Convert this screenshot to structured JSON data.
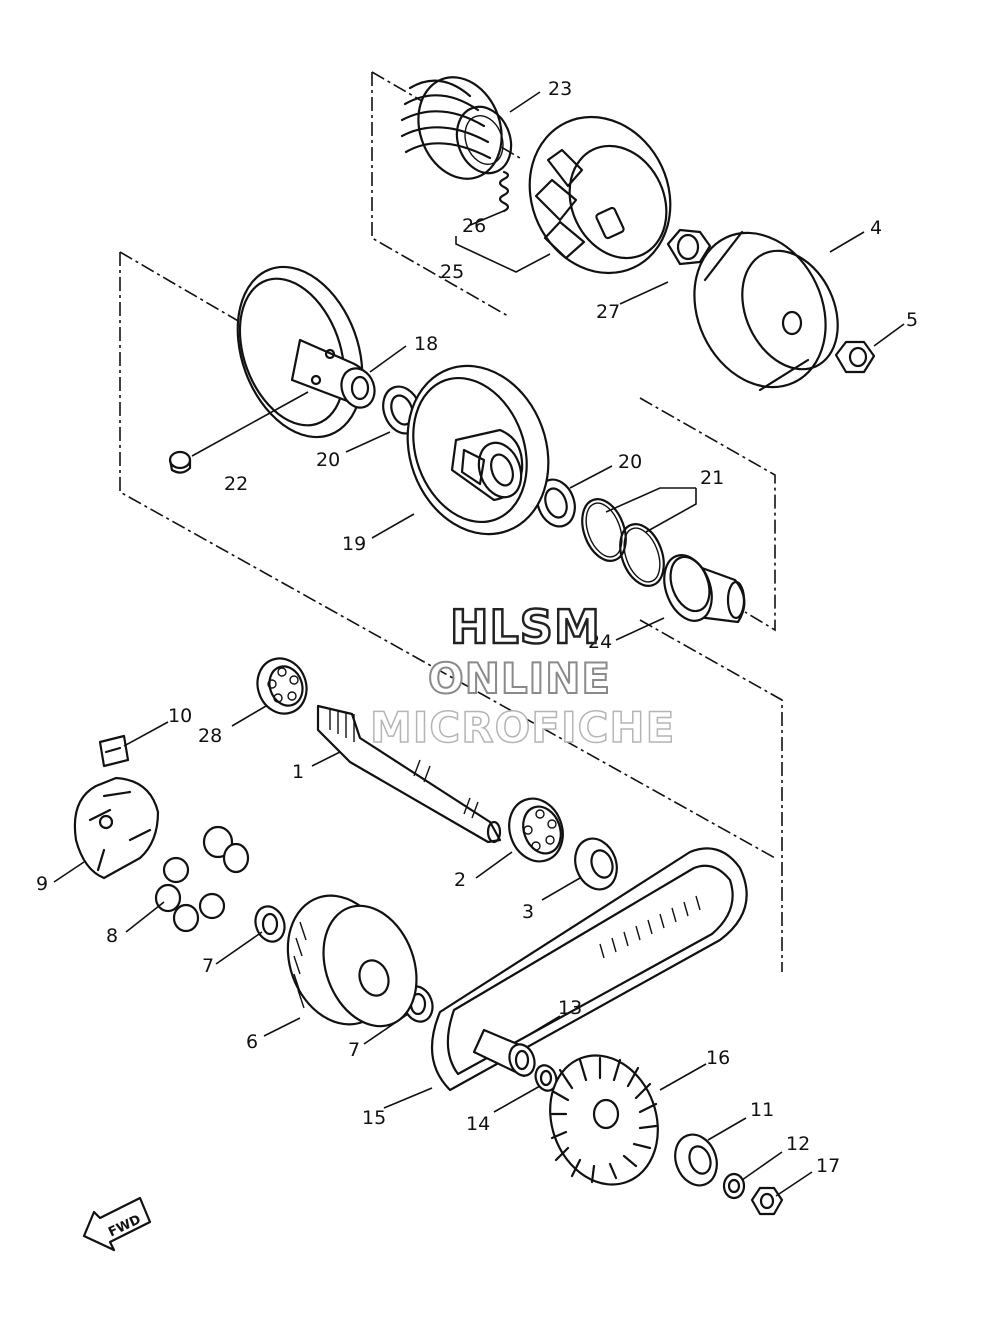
{
  "watermark": {
    "line1": "HLSM",
    "line2": "ONLINE",
    "line3": "MICROFICHE"
  },
  "direction_arrow": {
    "label": "FWD"
  },
  "callouts": [
    {
      "id": "c1",
      "text": "1"
    },
    {
      "id": "c2",
      "text": "2"
    },
    {
      "id": "c3",
      "text": "3"
    },
    {
      "id": "c4",
      "text": "4"
    },
    {
      "id": "c5",
      "text": "5"
    },
    {
      "id": "c6",
      "text": "6"
    },
    {
      "id": "c7a",
      "text": "7"
    },
    {
      "id": "c7b",
      "text": "7"
    },
    {
      "id": "c8",
      "text": "8"
    },
    {
      "id": "c9",
      "text": "9"
    },
    {
      "id": "c10",
      "text": "10"
    },
    {
      "id": "c11",
      "text": "11"
    },
    {
      "id": "c12",
      "text": "12"
    },
    {
      "id": "c13",
      "text": "13"
    },
    {
      "id": "c14",
      "text": "14"
    },
    {
      "id": "c15",
      "text": "15"
    },
    {
      "id": "c16",
      "text": "16"
    },
    {
      "id": "c17",
      "text": "17"
    },
    {
      "id": "c18",
      "text": "18"
    },
    {
      "id": "c19",
      "text": "19"
    },
    {
      "id": "c20a",
      "text": "20"
    },
    {
      "id": "c20b",
      "text": "20"
    },
    {
      "id": "c21",
      "text": "21"
    },
    {
      "id": "c22",
      "text": "22"
    },
    {
      "id": "c23",
      "text": "23"
    },
    {
      "id": "c24",
      "text": "24"
    },
    {
      "id": "c25",
      "text": "25"
    },
    {
      "id": "c26",
      "text": "26"
    },
    {
      "id": "c27",
      "text": "27"
    },
    {
      "id": "c28",
      "text": "28"
    }
  ]
}
